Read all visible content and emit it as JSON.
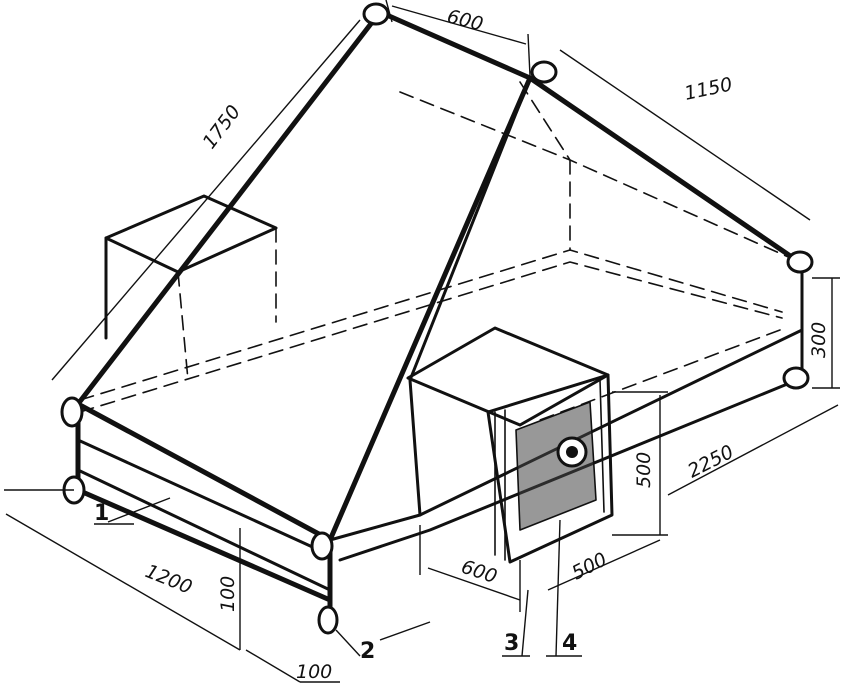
{
  "dimensions": {
    "ridge_length": "600",
    "back_slope": "1150",
    "front_slope": "1750",
    "rear_height": "300",
    "floor_length": "2250",
    "box_height": "500",
    "box_depth": "500",
    "entrance_width": "600",
    "tent_width": "1200",
    "front_height": "100",
    "front_offset": "100"
  },
  "callouts": [
    "1",
    "2",
    "3",
    "4"
  ]
}
